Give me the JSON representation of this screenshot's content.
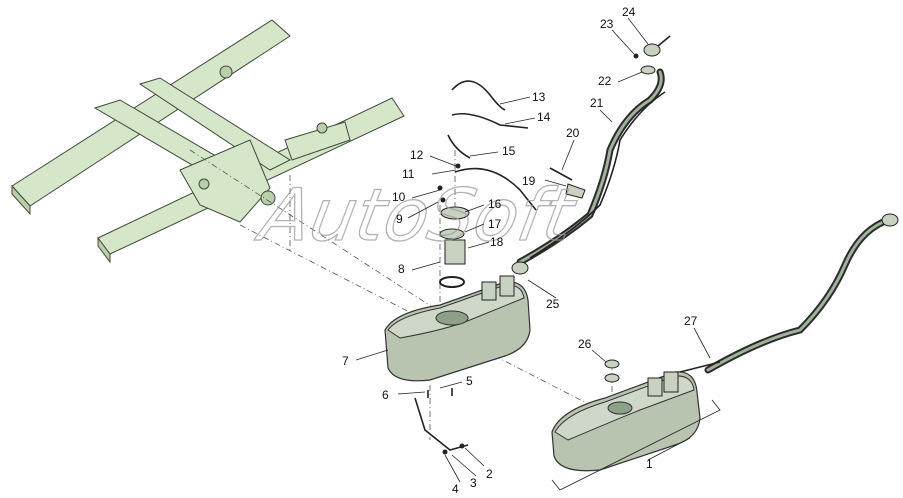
{
  "watermark": "AutoSoft",
  "colors": {
    "frame": "#d6e6c8",
    "tank": "#b8c4b0",
    "hose": "#2b2b2b"
  },
  "callouts": [
    {
      "id": "c1",
      "text": "1"
    },
    {
      "id": "c2",
      "text": "2"
    },
    {
      "id": "c3",
      "text": "3"
    },
    {
      "id": "c4",
      "text": "4"
    },
    {
      "id": "c5",
      "text": "5"
    },
    {
      "id": "c6",
      "text": "6"
    },
    {
      "id": "c7",
      "text": "7"
    },
    {
      "id": "c8",
      "text": "8"
    },
    {
      "id": "c9",
      "text": "9"
    },
    {
      "id": "c10",
      "text": "10"
    },
    {
      "id": "c11",
      "text": "11"
    },
    {
      "id": "c12",
      "text": "12"
    },
    {
      "id": "c13",
      "text": "13"
    },
    {
      "id": "c14",
      "text": "14"
    },
    {
      "id": "c15",
      "text": "15"
    },
    {
      "id": "c16",
      "text": "16"
    },
    {
      "id": "c17",
      "text": "17"
    },
    {
      "id": "c18",
      "text": "18"
    },
    {
      "id": "c19",
      "text": "19"
    },
    {
      "id": "c20",
      "text": "20"
    },
    {
      "id": "c21",
      "text": "21"
    },
    {
      "id": "c22",
      "text": "22"
    },
    {
      "id": "c23",
      "text": "23"
    },
    {
      "id": "c24",
      "text": "24"
    },
    {
      "id": "c25",
      "text": "25"
    },
    {
      "id": "c26",
      "text": "26"
    },
    {
      "id": "c27",
      "text": "27"
    }
  ]
}
